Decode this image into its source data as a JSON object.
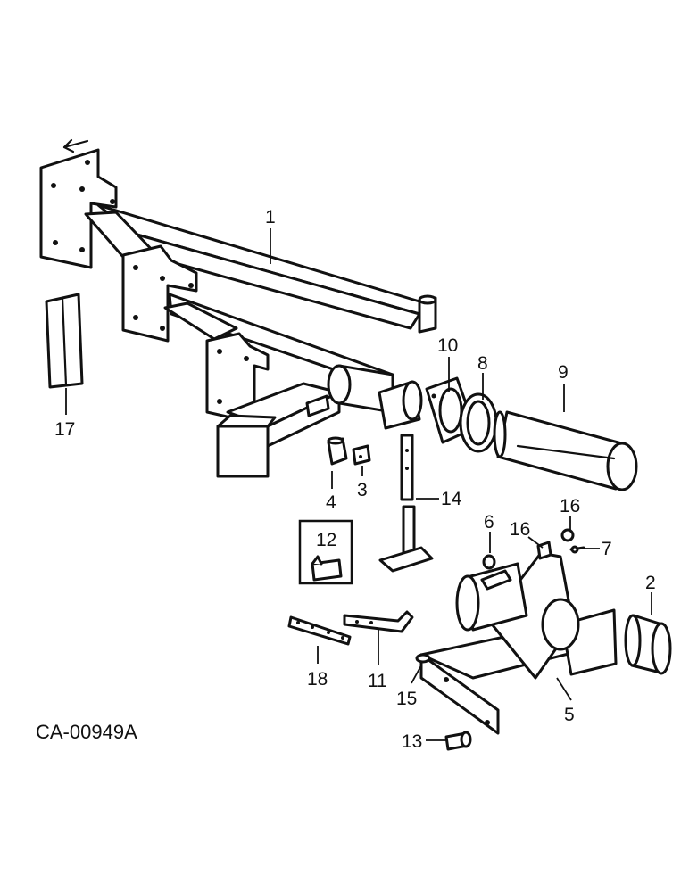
{
  "drawing_ref": "CA-00949A",
  "callouts": {
    "c1": "1",
    "c2": "2",
    "c3": "3",
    "c4": "4",
    "c5": "5",
    "c6": "6",
    "c7": "7",
    "c8": "8",
    "c9": "9",
    "c10": "10",
    "c11": "11",
    "c12": "12",
    "c13": "13",
    "c14": "14",
    "c15": "15",
    "c16a": "16",
    "c16b": "16",
    "c17": "17",
    "c18": "18"
  }
}
